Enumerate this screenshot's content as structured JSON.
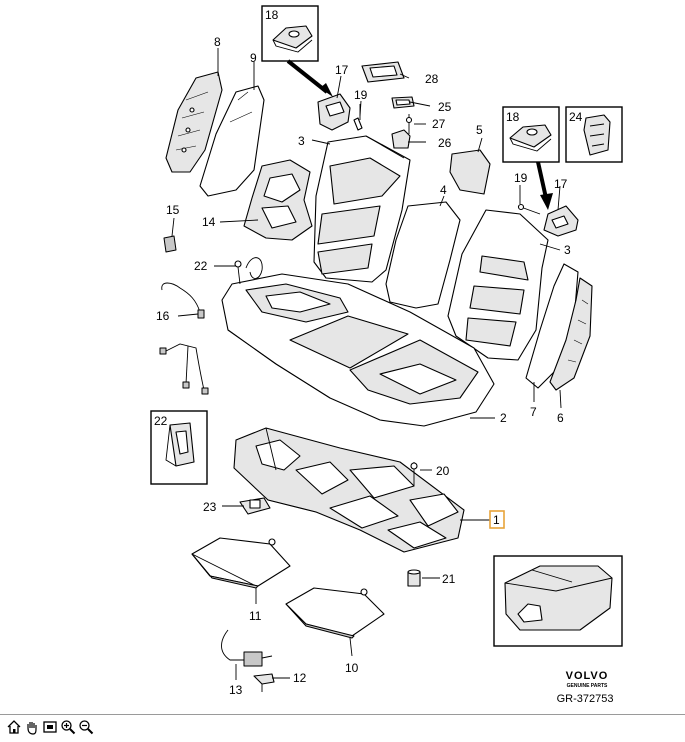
{
  "diagram": {
    "labels": [
      {
        "id": "p1",
        "text": "1"
      },
      {
        "id": "p2",
        "text": "2"
      },
      {
        "id": "p3a",
        "text": "3"
      },
      {
        "id": "p3b",
        "text": "3"
      },
      {
        "id": "p4",
        "text": "4"
      },
      {
        "id": "p5",
        "text": "5"
      },
      {
        "id": "p6",
        "text": "6"
      },
      {
        "id": "p7",
        "text": "7"
      },
      {
        "id": "p8",
        "text": "8"
      },
      {
        "id": "p9",
        "text": "9"
      },
      {
        "id": "p10",
        "text": "10"
      },
      {
        "id": "p11",
        "text": "11"
      },
      {
        "id": "p12",
        "text": "12"
      },
      {
        "id": "p13",
        "text": "13"
      },
      {
        "id": "p14",
        "text": "14"
      },
      {
        "id": "p15",
        "text": "15"
      },
      {
        "id": "p16",
        "text": "16"
      },
      {
        "id": "p17a",
        "text": "17"
      },
      {
        "id": "p17b",
        "text": "17"
      },
      {
        "id": "p18a",
        "text": "18"
      },
      {
        "id": "p18b",
        "text": "18"
      },
      {
        "id": "p19a",
        "text": "19"
      },
      {
        "id": "p19b",
        "text": "19"
      },
      {
        "id": "p20",
        "text": "20"
      },
      {
        "id": "p21",
        "text": "21"
      },
      {
        "id": "p22a",
        "text": "22"
      },
      {
        "id": "p22b",
        "text": "22"
      },
      {
        "id": "p23",
        "text": "23"
      },
      {
        "id": "p24",
        "text": "24"
      },
      {
        "id": "p25",
        "text": "25"
      },
      {
        "id": "p26",
        "text": "26"
      },
      {
        "id": "p27",
        "text": "27"
      },
      {
        "id": "p28",
        "text": "28"
      }
    ],
    "highlight_color": "#e8a33a",
    "brand": "VOLVO",
    "brand_sub": "GENUINE PARTS",
    "reference": "GR-372753"
  },
  "toolbar": {
    "icons": [
      "home-icon",
      "pan-hand-icon",
      "fit-page-icon",
      "zoom-in-icon",
      "zoom-out-icon"
    ]
  }
}
